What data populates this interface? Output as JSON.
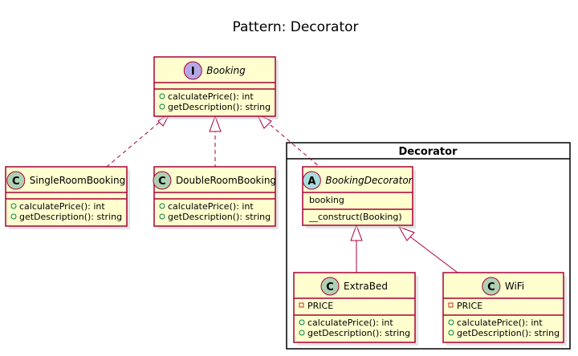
{
  "title": "Pattern: Decorator",
  "package": {
    "name": "Decorator"
  },
  "classes": {
    "booking": {
      "kind": "I",
      "name": "Booking",
      "italic": true,
      "attributes": [],
      "methods": [
        "calculatePrice(): int",
        "getDescription(): string"
      ]
    },
    "single": {
      "kind": "C",
      "name": "SingleRoomBooking",
      "italic": false,
      "attributes": [],
      "methods": [
        "calculatePrice(): int",
        "getDescription(): string"
      ]
    },
    "double": {
      "kind": "C",
      "name": "DoubleRoomBooking",
      "italic": false,
      "attributes": [],
      "methods": [
        "calculatePrice(): int",
        "getDescription(): string"
      ]
    },
    "decorator": {
      "kind": "A",
      "name": "BookingDecorator",
      "italic": true,
      "attributes": [
        "booking"
      ],
      "methods": [
        "__construct(Booking)"
      ]
    },
    "extrabed": {
      "kind": "C",
      "name": "ExtraBed",
      "italic": false,
      "attributes": [
        "PRICE"
      ],
      "methods": [
        "calculatePrice(): int",
        "getDescription(): string"
      ]
    },
    "wifi": {
      "kind": "C",
      "name": "WiFi",
      "italic": false,
      "attributes": [
        "PRICE"
      ],
      "methods": [
        "calculatePrice(): int",
        "getDescription(): string"
      ]
    }
  },
  "relations": [
    {
      "from": "single",
      "to": "booking",
      "type": "realization"
    },
    {
      "from": "double",
      "to": "booking",
      "type": "realization"
    },
    {
      "from": "decorator",
      "to": "booking",
      "type": "realization"
    },
    {
      "from": "extrabed",
      "to": "decorator",
      "type": "generalization"
    },
    {
      "from": "wifi",
      "to": "decorator",
      "type": "generalization"
    }
  ],
  "colors": {
    "class_fill": "#fefece",
    "class_border": "#a80036",
    "interface_badge": "#b4a7e5",
    "class_badge": "#add1b2",
    "abstract_badge": "#a9dcdf",
    "public_marker": "#038048",
    "private_marker": "#c82930"
  }
}
